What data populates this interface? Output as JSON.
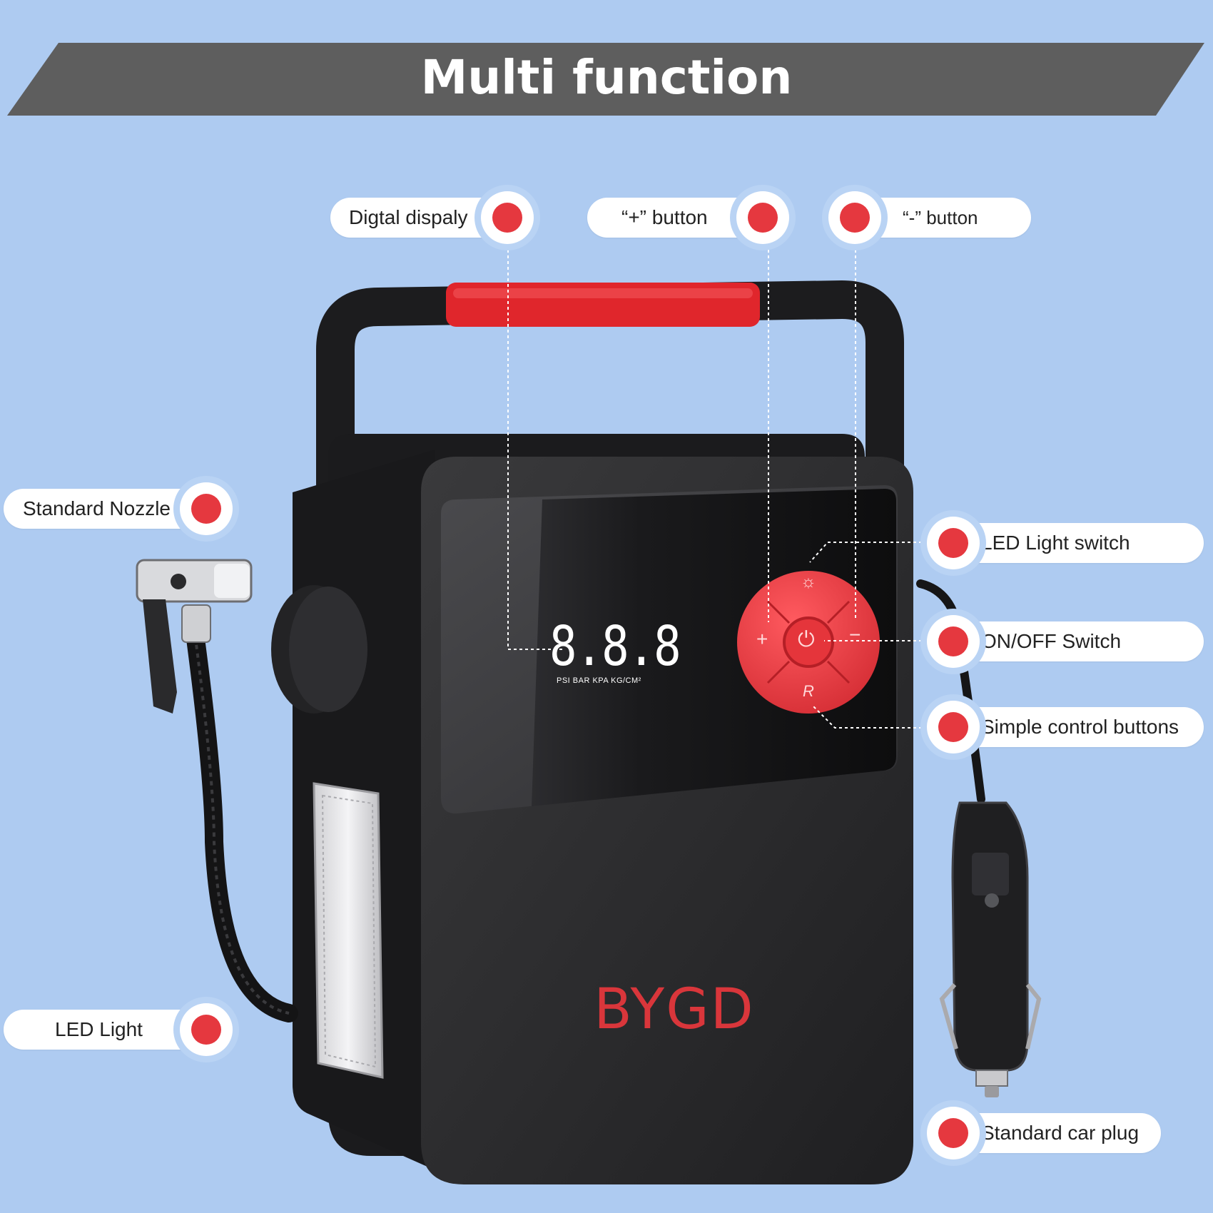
{
  "banner": {
    "title": "Multi function"
  },
  "device": {
    "display_digits": "8.8.8",
    "display_units": "PSI  BAR  KPA  KG/CM²",
    "brand": "BYGD",
    "keypad": {
      "light_symbol": "☼",
      "plus_symbol": "+",
      "minus_symbol": "−",
      "reset_symbol": "R"
    }
  },
  "callouts": {
    "digital_display": "Digtal dispaly",
    "plus_button": "“+” button",
    "minus_button": "“-” button",
    "standard_nozzle": "Standard Nozzle",
    "led_light_switch": "LED Light switch",
    "on_off_switch": "ON/OFF Switch",
    "control_buttons": "Simple control buttons",
    "led_light": "LED Light",
    "car_plug": "Standard car plug"
  },
  "colors": {
    "background": "#aecbf1",
    "banner": "#5e5e5e",
    "accent_red": "#e5383f",
    "device_body": "#2b2b2d"
  }
}
